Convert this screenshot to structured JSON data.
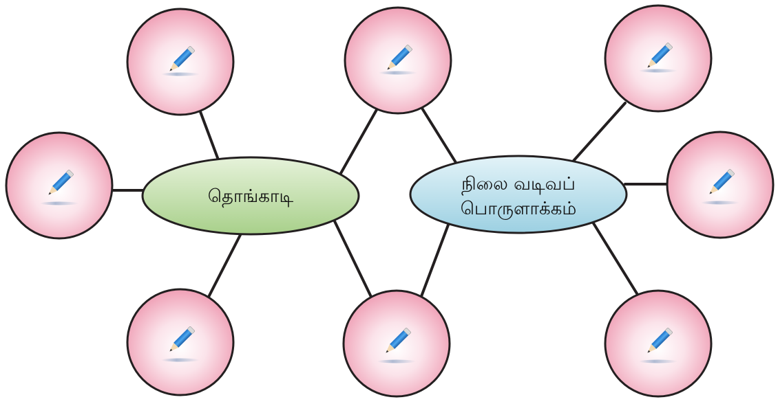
{
  "diagram": {
    "type": "double-bubble-map",
    "left_topic": {
      "label": "தொங்காடி",
      "fill": "#b5d79a"
    },
    "right_topic": {
      "lines": [
        "நிலை வடிவப்",
        "பொருளாக்கம்"
      ],
      "fill": "#a9d6e4"
    },
    "circle_color": "#f2aabd",
    "line_color": "#231f20",
    "circle_icon": "pencil-icon",
    "circles": [
      {
        "id": "left-top"
      },
      {
        "id": "left-middle"
      },
      {
        "id": "left-bottom"
      },
      {
        "id": "shared-top"
      },
      {
        "id": "shared-bottom"
      },
      {
        "id": "right-top"
      },
      {
        "id": "right-middle"
      },
      {
        "id": "right-bottom"
      }
    ]
  }
}
